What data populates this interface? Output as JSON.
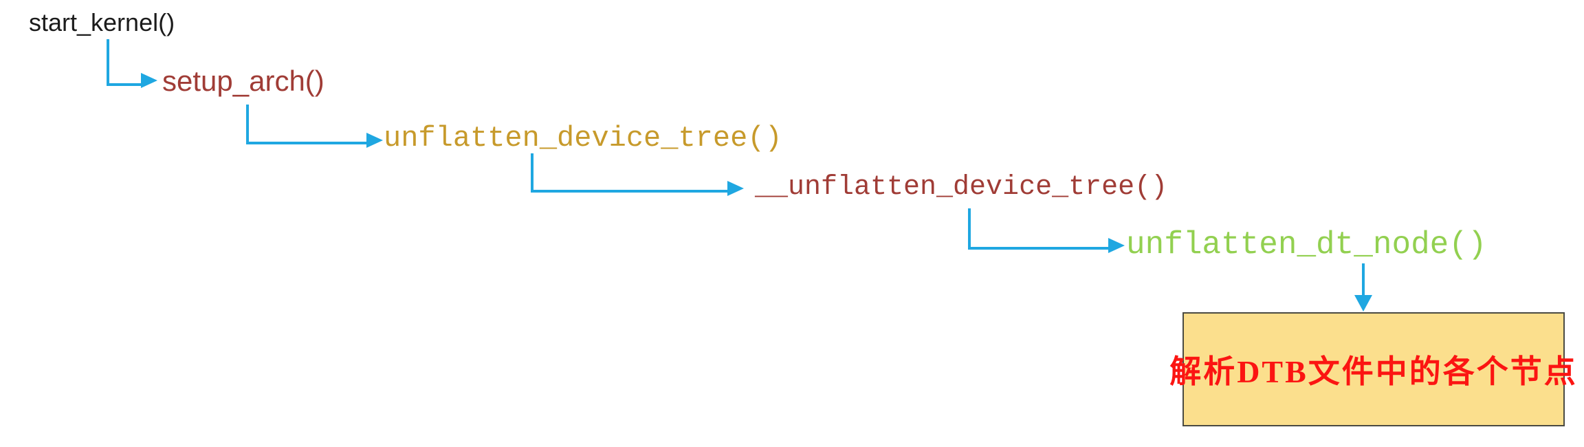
{
  "diagram": {
    "type": "call-flow",
    "arrow_color": "#1fa7e1",
    "nodes": [
      {
        "id": "start_kernel",
        "label": "start_kernel()",
        "color": "#1b1b1b"
      },
      {
        "id": "setup_arch",
        "label": "setup_arch()",
        "color": "#a03c36"
      },
      {
        "id": "unflatten_device_tree",
        "label": "unflatten_device_tree()",
        "color": "#c79a2b"
      },
      {
        "id": "__unflatten_device_tree",
        "label": "__unflatten_device_tree()",
        "color": "#a03c36"
      },
      {
        "id": "unflatten_dt_node",
        "label": "unflatten_dt_node()",
        "color": "#92d050"
      }
    ],
    "edges": [
      {
        "from": "start_kernel",
        "to": "setup_arch"
      },
      {
        "from": "setup_arch",
        "to": "unflatten_device_tree"
      },
      {
        "from": "unflatten_device_tree",
        "to": "__unflatten_device_tree"
      },
      {
        "from": "__unflatten_device_tree",
        "to": "unflatten_dt_node"
      },
      {
        "from": "unflatten_dt_node",
        "to": "note_box"
      }
    ],
    "note_box": {
      "text": "解析DTB文件中的各个节点",
      "text_color": "#fb1512",
      "fill_color": "#fbdf8d",
      "border_color": "#4a4a42"
    }
  }
}
